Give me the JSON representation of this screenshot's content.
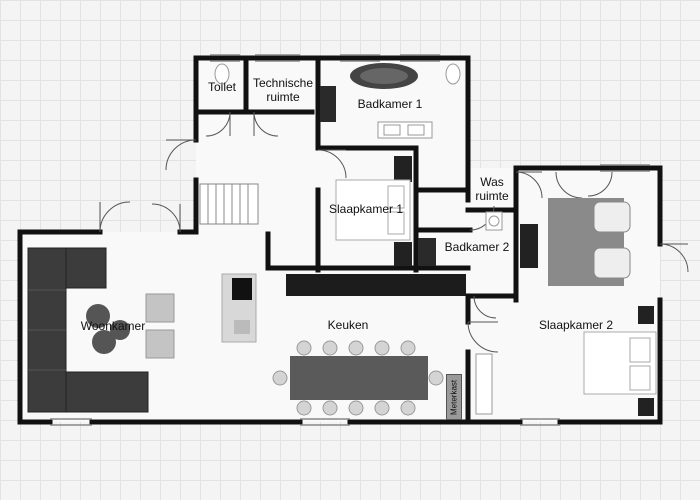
{
  "rooms": {
    "toilet": "Toilet",
    "technische_ruimte": "Technische\nruimte",
    "badkamer_1": "Badkamer 1",
    "slaapkamer_1": "Slaapkamer 1",
    "was_ruimte": "Was\nruimte",
    "badkamer_2": "Badkamer 2",
    "woonkamer": "Woonkamer",
    "keuken": "Keuken",
    "slaapkamer_2": "Slaapkamer 2",
    "meterkast": "Meterkast"
  },
  "colors": {
    "wall": "#111111",
    "floor": "#f9f9f9",
    "grid": "#e2e2e2",
    "furniture_dark": "#3a3a3a",
    "furniture_light": "#d6d6d6",
    "rug": "#8a8a8a"
  }
}
